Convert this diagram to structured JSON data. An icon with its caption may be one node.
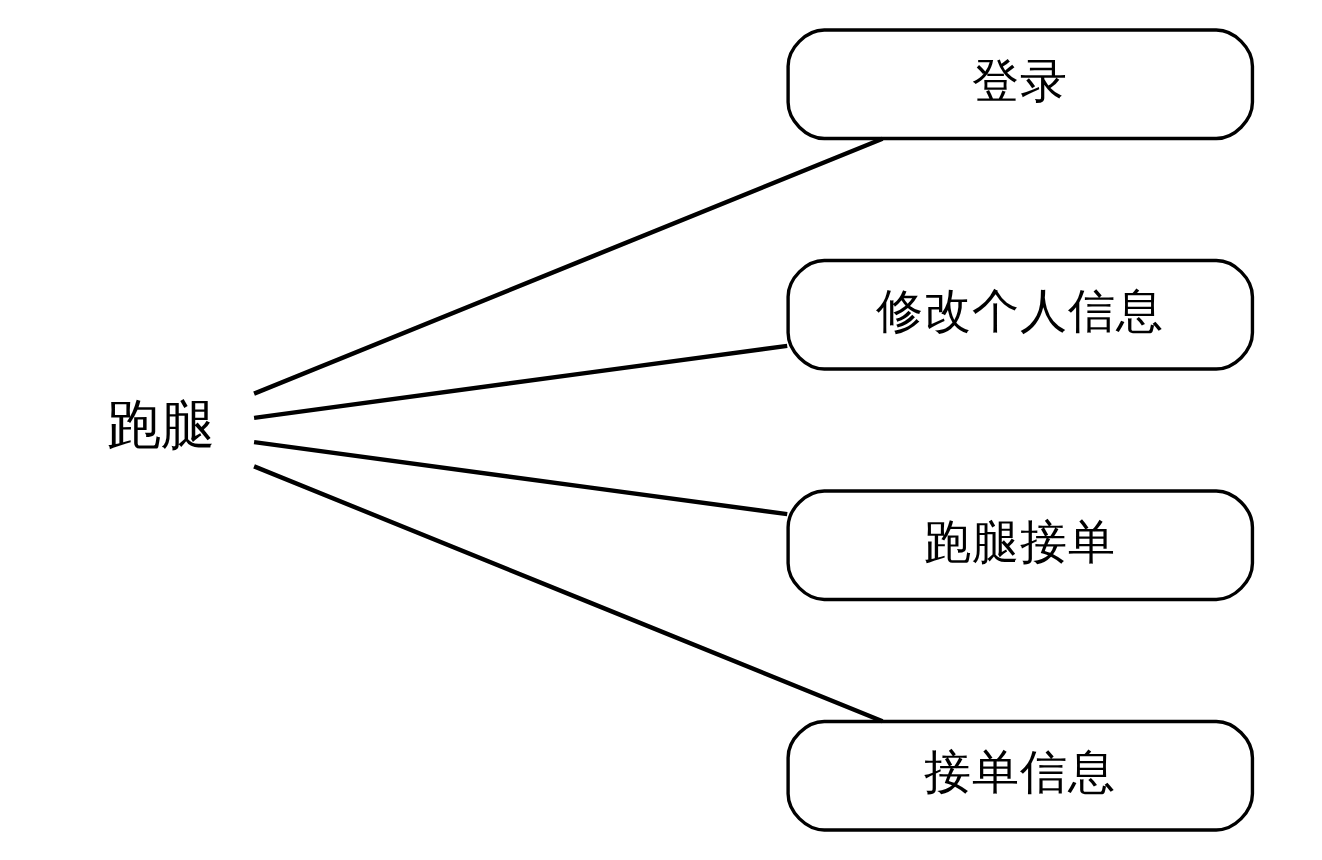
{
  "diagram": {
    "nodes": [
      {
        "text": [
          "跑腿"
        ]
      },
      {
        "text": [
          "登录"
        ]
      },
      {
        "text": [
          "修改个人信息"
        ]
      },
      {
        "text": [
          "跑腿接单"
        ]
      },
      {
        "text": [
          "接单信息"
        ]
      }
    ],
    "edges": [
      {
        "from": 0,
        "to": 1,
        "arrow": "none"
      },
      {
        "from": 0,
        "to": 2,
        "arrow": "none"
      },
      {
        "from": 0,
        "to": 3,
        "arrow": "none"
      },
      {
        "from": 0,
        "to": 4,
        "arrow": "none"
      }
    ]
  }
}
